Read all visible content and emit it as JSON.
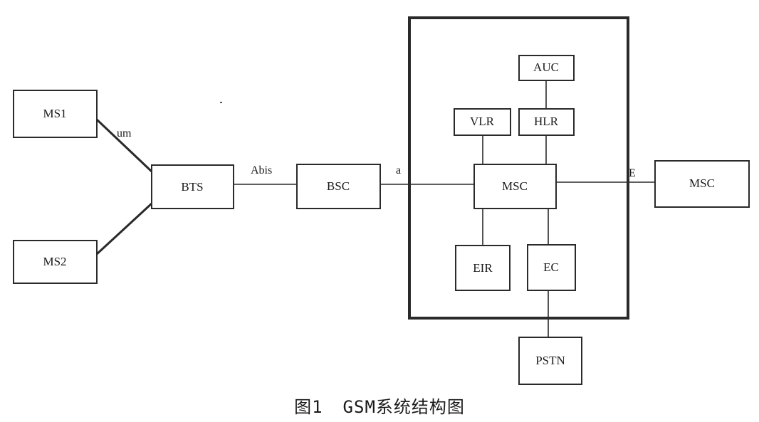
{
  "nodes": {
    "ms1": "MS1",
    "ms2": "MS2",
    "bts": "BTS",
    "bsc": "BSC",
    "msc": "MSC",
    "msc_remote": "MSC",
    "vlr": "VLR",
    "hlr": "HLR",
    "auc": "AUC",
    "eir": "EIR",
    "ec": "EC",
    "pstn": "PSTN"
  },
  "interfaces": {
    "um": "um",
    "abis": "Abis",
    "a": "a",
    "e": "E"
  },
  "caption": {
    "number": "图1",
    "title": "GSM系统结构图"
  }
}
